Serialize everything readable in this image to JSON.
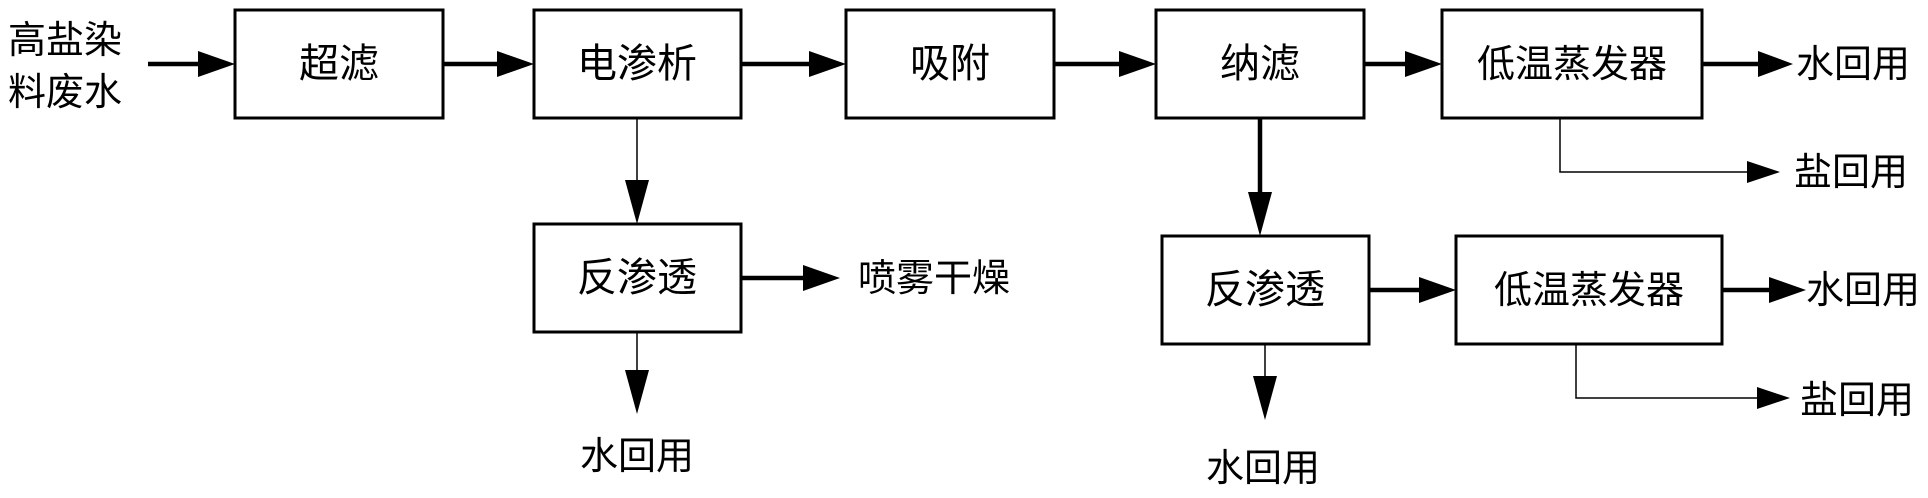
{
  "input_label_line1": "高盐染",
  "input_label_line2": "料废水",
  "boxes": {
    "ultrafiltration": "超滤",
    "electrodialysis": "电渗析",
    "adsorption": "吸附",
    "nanofiltration": "纳滤",
    "evaporator_top": "低温蒸发器",
    "ro_left": "反渗透",
    "ro_right": "反渗透",
    "evaporator_bottom": "低温蒸发器"
  },
  "outputs": {
    "water_reuse_top": "水回用",
    "salt_reuse_top": "盐回用",
    "spray_drying": "喷雾干燥",
    "water_reuse_ro_left": "水回用",
    "water_reuse_bottom_right": "水回用",
    "salt_reuse_bottom": "盐回用",
    "water_reuse_ro_right": "水回用"
  }
}
